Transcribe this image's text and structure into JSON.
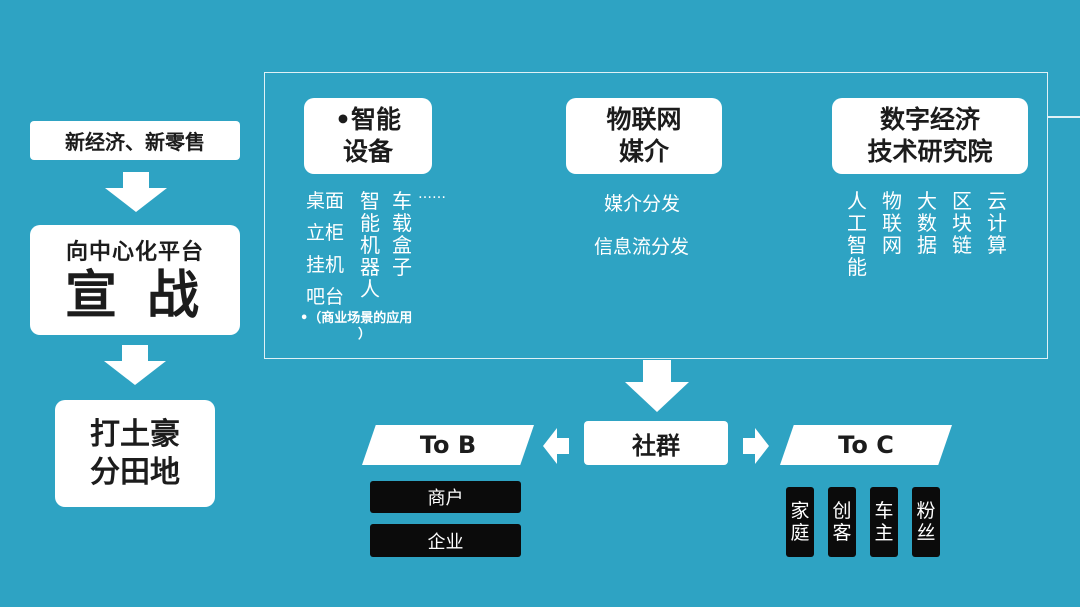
{
  "left": {
    "top_label": "新经济、新零售",
    "middle_line1": "向中心化平台",
    "middle_line2": "宣 战",
    "bottom_line1": "打土豪",
    "bottom_line2": "分田地"
  },
  "panel": {
    "col1": {
      "title_line1": "•智能",
      "title_line2": "设备",
      "list_a": [
        "桌面",
        "立柜",
        "挂机",
        "吧台"
      ],
      "list_b": "智能机器人",
      "list_c": "车载盒子",
      "dots": "……",
      "note_line1": "•（商业场景的应用",
      "note_line2": "）"
    },
    "col2": {
      "title_line1": "物联网",
      "title_line2": "媒介",
      "items": [
        "媒介分发",
        "信息流分发"
      ]
    },
    "col3": {
      "title_line1": "数字经济",
      "title_line2": "技术研究院",
      "items": [
        "人工智能",
        "物联网",
        "大数据",
        "区块链",
        "云计算"
      ]
    }
  },
  "bottom": {
    "center": "社群",
    "left_label": "To B",
    "right_label": "To C",
    "tob_items": [
      "商户",
      "企业"
    ],
    "toc_items": [
      "家庭",
      "创客",
      "车主",
      "粉丝"
    ]
  },
  "colors": {
    "background": "#2ea3c3",
    "box": "#ffffff",
    "bar": "#0b0b0b"
  }
}
